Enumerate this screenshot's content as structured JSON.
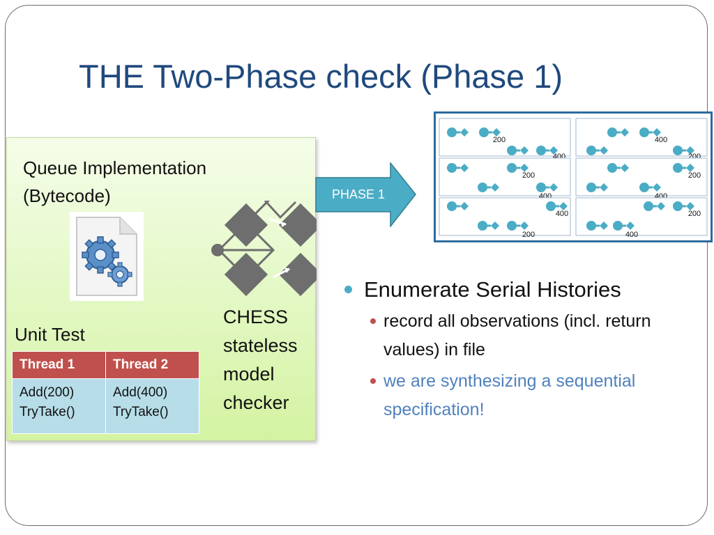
{
  "title": "THE Two-Phase check (Phase 1)",
  "left_panel": {
    "heading_line1": "Queue Implementation",
    "heading_line2": "(Bytecode)",
    "unit_test_label": "Unit Test",
    "table": {
      "headers": [
        "Thread 1",
        "Thread 2"
      ],
      "cells": [
        [
          "Add(200)",
          "TryTake()"
        ],
        [
          "Add(400)",
          "TryTake()"
        ]
      ]
    },
    "chess_lines": [
      "CHESS",
      "stateless",
      "model",
      "checker"
    ]
  },
  "phase_arrow_label": "PHASE 1",
  "histories": {
    "cells": [
      {
        "labels": [
          "200",
          "400"
        ]
      },
      {
        "labels": [
          "400",
          "200"
        ]
      },
      {
        "labels": [
          "200",
          "400"
        ]
      },
      {
        "labels": [
          "200",
          "400"
        ]
      },
      {
        "labels": [
          "400",
          "200"
        ]
      },
      {
        "labels": [
          "200",
          "400"
        ]
      }
    ]
  },
  "bullets": {
    "main": "Enumerate Serial Histories",
    "sub1": "record all observations (incl. return values) in file",
    "sub2": "we are synthesizing a sequential specification!"
  },
  "colors": {
    "title": "#1f497d",
    "accent_teal": "#4bacc6",
    "table_header": "#c0504d",
    "table_body": "#b6dde8",
    "history_border": "#2e6b9e",
    "highlight_text": "#4f81bd"
  }
}
